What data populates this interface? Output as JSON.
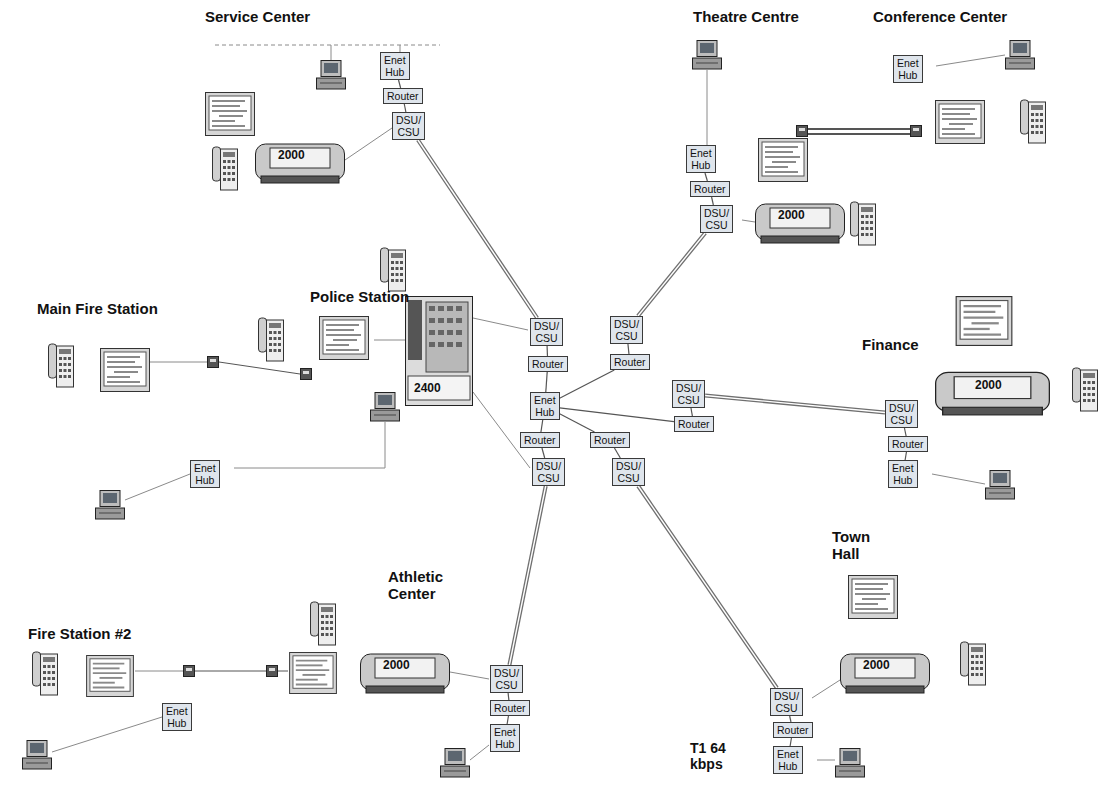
{
  "diagram": {
    "nodes": [
      {
        "text": [
          "Enet Hub"
        ]
      },
      {
        "text": [
          "Router"
        ]
      },
      {
        "text": [
          "DSU/ CSU"
        ]
      },
      {
        "text": [
          "Enet Hub"
        ]
      },
      {
        "text": [
          "Router"
        ]
      },
      {
        "text": [
          "DSU/ CSU"
        ]
      },
      {
        "text": [
          "Enet Hub"
        ]
      },
      {
        "text": [
          "DSU/ CSU"
        ]
      },
      {
        "text": [
          "DSU/ CSU"
        ]
      },
      {
        "text": [
          "Router"
        ]
      },
      {
        "text": [
          "Router"
        ]
      },
      {
        "text": [
          "DSU/ CSU"
        ]
      },
      {
        "text": [
          "Router"
        ]
      },
      {
        "text": [
          "Enet Hub"
        ]
      },
      {
        "text": [
          "Router"
        ]
      },
      {
        "text": [
          "Router"
        ]
      },
      {
        "text": [
          "DSU/ CSU"
        ]
      },
      {
        "text": [
          "DSU/ CSU"
        ]
      },
      {
        "text": [
          "DSU/ CSU"
        ]
      },
      {
        "text": [
          "Router"
        ]
      },
      {
        "text": [
          "Enet Hub"
        ]
      },
      {
        "text": [
          "Enet Hub"
        ]
      },
      {
        "text": [
          "DSU/ CSU"
        ]
      },
      {
        "text": [
          "Router"
        ]
      },
      {
        "text": [
          "Enet Hub"
        ]
      },
      {
        "text": [
          "Enet Hub"
        ]
      },
      {
        "text": [
          "DSU/ CSU"
        ]
      },
      {
        "text": [
          "Router"
        ]
      },
      {
        "text": [
          "Enet Hub"
        ]
      }
    ],
    "edges": [
      {
        "from": 0,
        "to": 1,
        "arrow": "none"
      },
      {
        "from": 1,
        "to": 2,
        "arrow": "none"
      },
      {
        "from": 3,
        "to": 4,
        "arrow": "none"
      },
      {
        "from": 4,
        "to": 5,
        "arrow": "none"
      },
      {
        "from": 18,
        "to": 19,
        "arrow": "none"
      },
      {
        "from": 19,
        "to": 20,
        "arrow": "none"
      },
      {
        "from": 22,
        "to": 23,
        "arrow": "none"
      },
      {
        "from": 23,
        "to": 24,
        "arrow": "none"
      },
      {
        "from": 26,
        "to": 27,
        "arrow": "none"
      },
      {
        "from": 27,
        "to": 28,
        "arrow": "none"
      },
      {
        "from": 2,
        "to": 7,
        "arrow": "none"
      },
      {
        "from": 5,
        "to": 8,
        "arrow": "none"
      },
      {
        "from": 18,
        "to": 11,
        "arrow": "none"
      },
      {
        "from": 22,
        "to": 16,
        "arrow": "none"
      },
      {
        "from": 26,
        "to": 17,
        "arrow": "none"
      },
      {
        "from": 7,
        "to": 9,
        "arrow": "none"
      },
      {
        "from": 8,
        "to": 10,
        "arrow": "none"
      },
      {
        "from": 11,
        "to": 12,
        "arrow": "none"
      },
      {
        "from": 9,
        "to": 13,
        "arrow": "none"
      },
      {
        "from": 10,
        "to": 13,
        "arrow": "none"
      },
      {
        "from": 12,
        "to": 13,
        "arrow": "none"
      },
      {
        "from": 13,
        "to": 14,
        "arrow": "none"
      },
      {
        "from": 13,
        "to": 15,
        "arrow": "none"
      },
      {
        "from": 14,
        "to": 16,
        "arrow": "none"
      },
      {
        "from": 15,
        "to": 17,
        "arrow": "none"
      }
    ],
    "labels": [
      "Service Center",
      "Theatre Centre",
      "Conference Center",
      "2000",
      "2000",
      "Police Station",
      "Main Fire Station",
      "Finance",
      "2400",
      "2000",
      "Fire Station #2",
      "Athletic Center",
      "2000",
      "Town Hall",
      "2000",
      "T1 64 kbps"
    ]
  }
}
